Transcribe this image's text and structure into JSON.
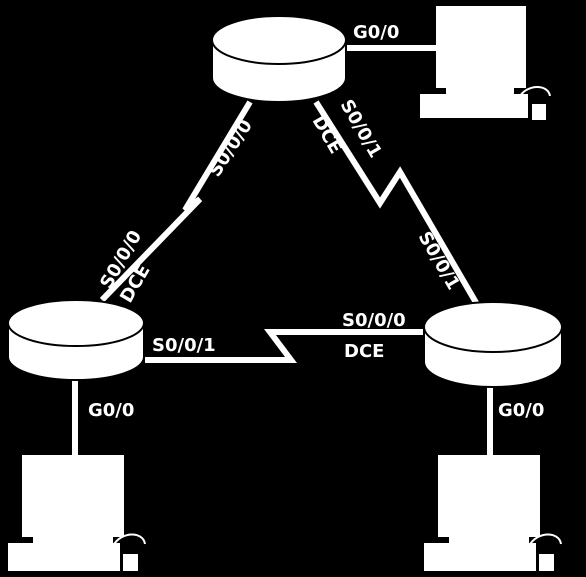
{
  "colors": {
    "background": "#000000",
    "foreground": "#ffffff"
  },
  "nodes": {
    "router_top": {
      "icon": "router-icon"
    },
    "router_left": {
      "icon": "router-icon"
    },
    "router_right": {
      "icon": "router-icon"
    },
    "pc_top": {
      "icon": "pc-icon"
    },
    "pc_left": {
      "icon": "pc-icon"
    },
    "pc_right": {
      "icon": "pc-icon"
    }
  },
  "labels": {
    "top_g00": "G0/0",
    "top_s000": "S0/0/0",
    "top_s001": "S0/0/1",
    "top_dce": "DCE",
    "left_s000": "S0/0/0",
    "left_dce": "DCE",
    "left_s001": "S0/0/1",
    "left_g00": "G0/0",
    "right_s000": "S0/0/0",
    "right_dce": "DCE",
    "right_s001": "S0/0/1",
    "right_g00": "G0/0"
  }
}
